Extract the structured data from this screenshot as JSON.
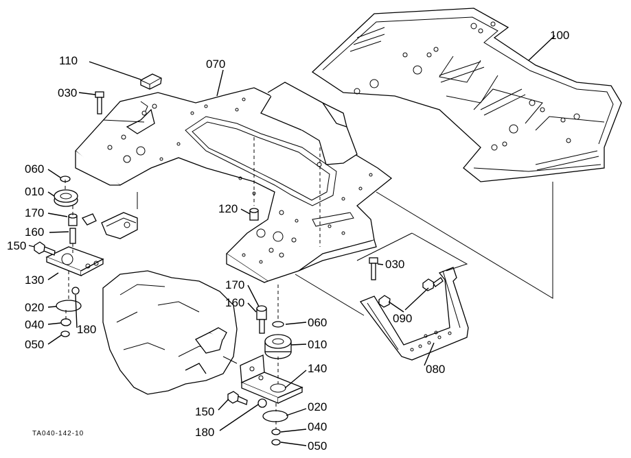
{
  "drawing_code": "TA040-142-10",
  "callouts": {
    "p100": "100",
    "p110": "110",
    "p070": "070",
    "p030_top": "030",
    "p060_left": "060",
    "p010_left": "010",
    "p170_left": "170",
    "p160_left": "160",
    "p150_left": "150",
    "p130": "130",
    "p020_left": "020",
    "p040_left": "040",
    "p180_left": "180",
    "p050_left": "050",
    "p120": "120",
    "p030_right": "030",
    "p170_mid": "170",
    "p160_mid": "160",
    "p060_mid": "060",
    "p010_mid": "010",
    "p090": "090",
    "p140": "140",
    "p080": "080",
    "p150_mid": "150",
    "p020_mid": "020",
    "p180_mid": "180",
    "p040_mid": "040",
    "p050_mid": "050"
  }
}
